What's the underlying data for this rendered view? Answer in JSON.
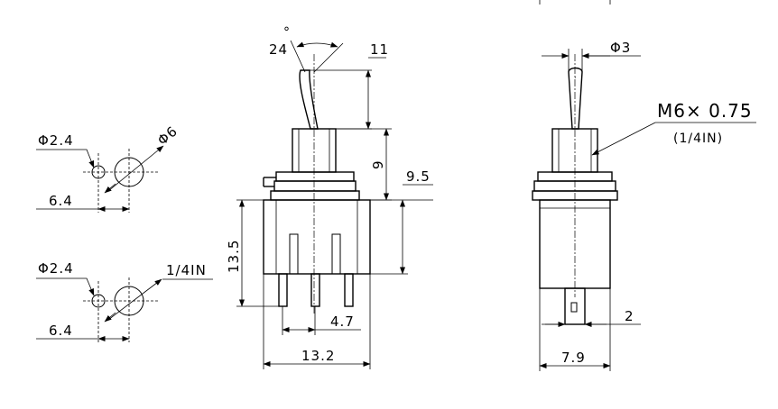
{
  "left_views": {
    "top": {
      "hole_small": "Φ2.4",
      "hole_large": "Φ6",
      "spacing": "6.4"
    },
    "bottom": {
      "hole_small": "Φ2.4",
      "hole_large": "1/4IN",
      "spacing": "6.4"
    }
  },
  "front_view": {
    "angle": "24",
    "degree_mark": "°",
    "lever_height": "11",
    "bushing_height": "9",
    "body_offset": "9.5",
    "body_height": "13.5",
    "pin_pitch": "4.7",
    "overall_width": "13.2"
  },
  "side_view": {
    "lever_diameter": "Φ3",
    "thread": "M6× 0.75",
    "thread_imperial": "(1/4IN)",
    "terminal": "2",
    "body_width": "7.9"
  }
}
